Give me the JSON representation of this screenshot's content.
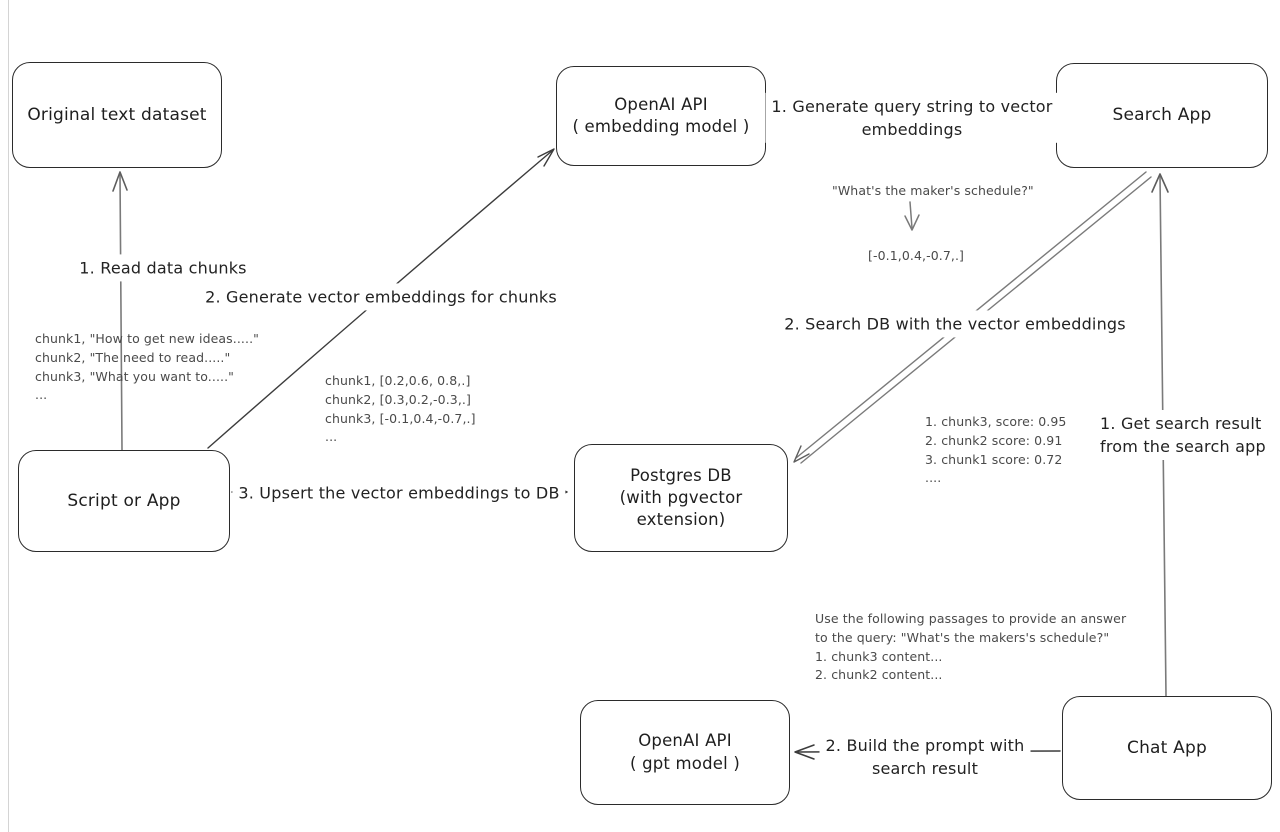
{
  "canvas": {
    "background": "#ffffff",
    "box_stroke": "#2b2b2b",
    "dark_arrow": "#3c3c3c",
    "gray_arrow": "#7a7a7a",
    "annotation_color": "#4a4a4a"
  },
  "boxes": {
    "original_dataset": {
      "label": "Original text dataset"
    },
    "openai_embedding": {
      "line1": "OpenAI API",
      "line2": "( embedding model )"
    },
    "search_app": {
      "label": "Search App"
    },
    "script_or_app": {
      "label": "Script or App"
    },
    "postgres_db": {
      "line1": "Postgres DB",
      "line2": "(with pgvector extension)"
    },
    "openai_gpt": {
      "line1": "OpenAI API",
      "line2": "( gpt model )"
    },
    "chat_app": {
      "label": "Chat App"
    }
  },
  "arrow_labels": {
    "read_chunks": "1. Read data chunks",
    "generate_embeddings": "2. Generate vector embeddings for chunks",
    "upsert": "3. Upsert the vector embeddings  to DB",
    "query_to_vector_line1": "1. Generate query string to vector",
    "query_to_vector_line2": "embeddings",
    "search_db": "2. Search DB with the vector embeddings",
    "get_result_line1": "1. Get search result",
    "get_result_line2": "from the search app",
    "build_prompt_line1": "2. Build the prompt with",
    "build_prompt_line2": "search result"
  },
  "annotations": {
    "chunk_texts": [
      "chunk1, \"How to get new ideas.....\"",
      "chunk2, \"The need to read.....\"",
      "chunk3, \"What you want to.....\"",
      "..."
    ],
    "chunk_vectors": [
      "chunk1, [0.2,0.6, 0.8,.]",
      "chunk2, [0.3,0.2,-0.3,.]",
      "chunk3, [-0.1,0.4,-0.7,.]",
      "..."
    ],
    "query_example": "\"What's the maker's schedule?\"",
    "query_vector": "[-0.1,0.4,-0.7,.]",
    "search_results": [
      "1. chunk3, score: 0.95",
      "2. chunk2 score: 0.91",
      "3. chunk1 score: 0.72",
      "...."
    ],
    "prompt_lines": [
      "Use the following passages to provide an answer",
      "to the query: \"What's the makers's schedule?\"",
      "1. chunk3 content...",
      "2. chunk2 content..."
    ]
  }
}
